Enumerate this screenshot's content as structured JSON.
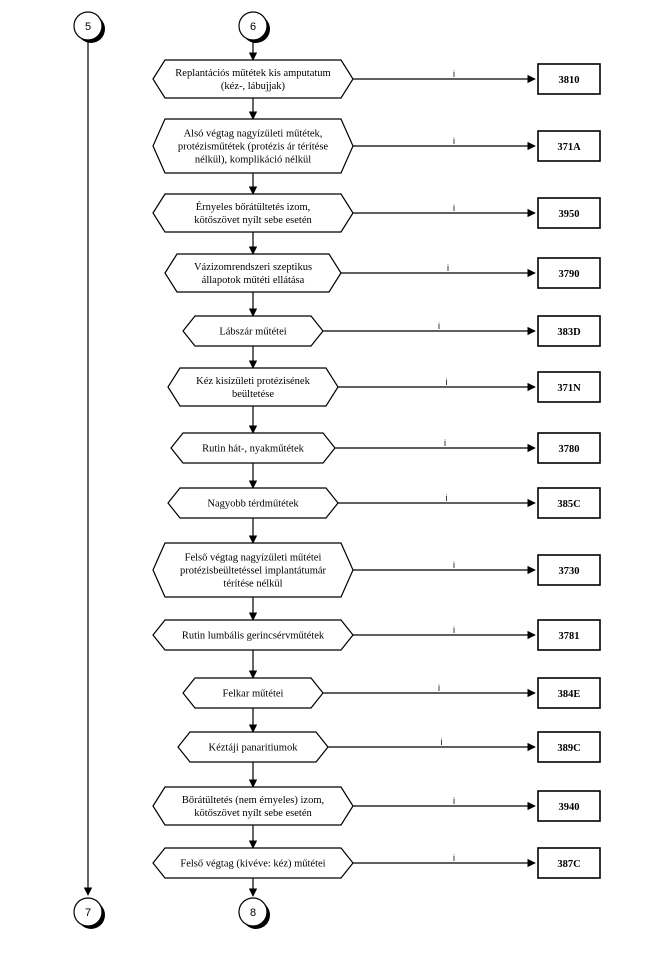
{
  "connectors": {
    "top_left": "5",
    "top_center": "6",
    "bottom_left": "7",
    "bottom_center": "8"
  },
  "edge_label": "i",
  "nodes": [
    {
      "lines": [
        "Replantációs műtétek kis amputatum",
        "(kéz-, lábujjak)"
      ],
      "code": "3810"
    },
    {
      "lines": [
        "Alsó végtag nagyízületi  műtétek,",
        "protézisműtétek (protézis ár térítése",
        "nélkül), komplikáció nélkül"
      ],
      "code": "371A"
    },
    {
      "lines": [
        "Érnyeles bőrátültetés izom,",
        "kötőszövet nyílt sebe esetén"
      ],
      "code": "3950"
    },
    {
      "lines": [
        "Vázizomrendszeri szeptikus",
        "állapotok műtéti ellátása"
      ],
      "code": "3790"
    },
    {
      "lines": [
        "Lábszár műtétei"
      ],
      "code": "383D"
    },
    {
      "lines": [
        "Kéz kisízületi protézisének",
        "beültetése"
      ],
      "code": "371N"
    },
    {
      "lines": [
        "Rutin hát-, nyakműtétek"
      ],
      "code": "3780"
    },
    {
      "lines": [
        "Nagyobb térdműtétek"
      ],
      "code": "385C"
    },
    {
      "lines": [
        "Felső végtag nagyízületi műtétei",
        "protézisbeültetéssel implantátumár",
        "térítése nélkül"
      ],
      "code": "3730"
    },
    {
      "lines": [
        "Rutin lumbális gerincsérvműtétek"
      ],
      "code": "3781"
    },
    {
      "lines": [
        "Felkar műtétei"
      ],
      "code": "384E"
    },
    {
      "lines": [
        "Kéztáji panaritiumok"
      ],
      "code": "389C"
    },
    {
      "lines": [
        "Bőrátültetés (nem érnyeles) izom,",
        "kötőszövet nyílt sebe esetén"
      ],
      "code": "3940"
    },
    {
      "lines": [
        "Felső végtag (kivéve: kéz) műtétei"
      ],
      "code": "387C"
    }
  ]
}
